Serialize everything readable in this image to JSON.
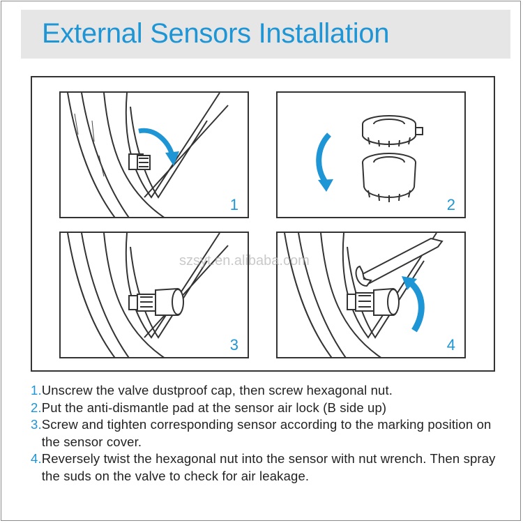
{
  "title": "External Sensors Installation",
  "panels": [
    {
      "number": "1"
    },
    {
      "number": "2"
    },
    {
      "number": "3"
    },
    {
      "number": "4"
    }
  ],
  "watermark": "szsyt.en.alibaba.com",
  "steps": [
    {
      "number": "1.",
      "text": "Unscrew the valve dustproof cap, then screw hexagonal nut."
    },
    {
      "number": "2.",
      "text": "Put the anti-dismantle pad at the sensor air lock (B side up)"
    },
    {
      "number": "3.",
      "text": "Screw and tighten corresponding sensor according to the marking position on the sensor cover."
    },
    {
      "number": "4.",
      "text": "Reversely twist the hexagonal nut into the sensor with nut wrench. Then spray the suds on the valve to check for air leakage."
    }
  ],
  "colors": {
    "accent": "#1e95d4",
    "title_bar": "#e6e6e6",
    "line": "#333333"
  }
}
